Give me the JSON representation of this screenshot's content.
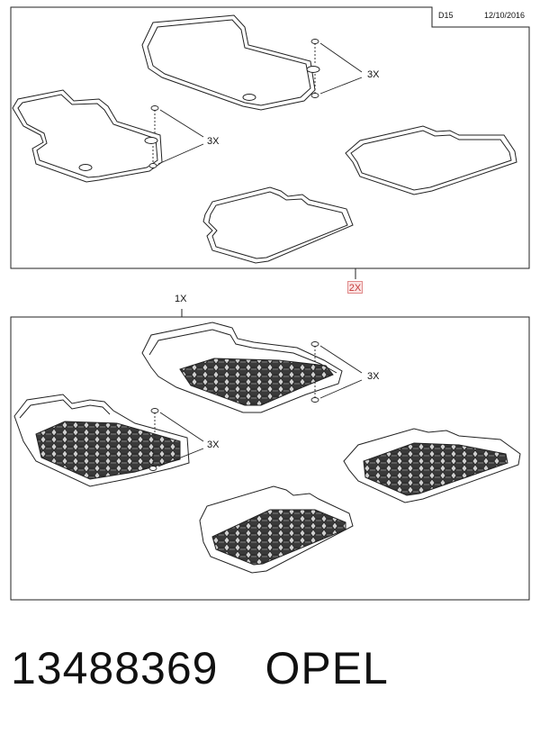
{
  "header": {
    "code": "D15",
    "date": "12/10/2016"
  },
  "top_panel": {
    "callout_front": "3X",
    "callout_rear": "3X",
    "quantity": "2X"
  },
  "bottom_panel": {
    "quantity": "1X",
    "callout_front": "3X",
    "callout_rear": "3X"
  },
  "footer": {
    "part_number": "13488369",
    "brand": "OPEL"
  }
}
